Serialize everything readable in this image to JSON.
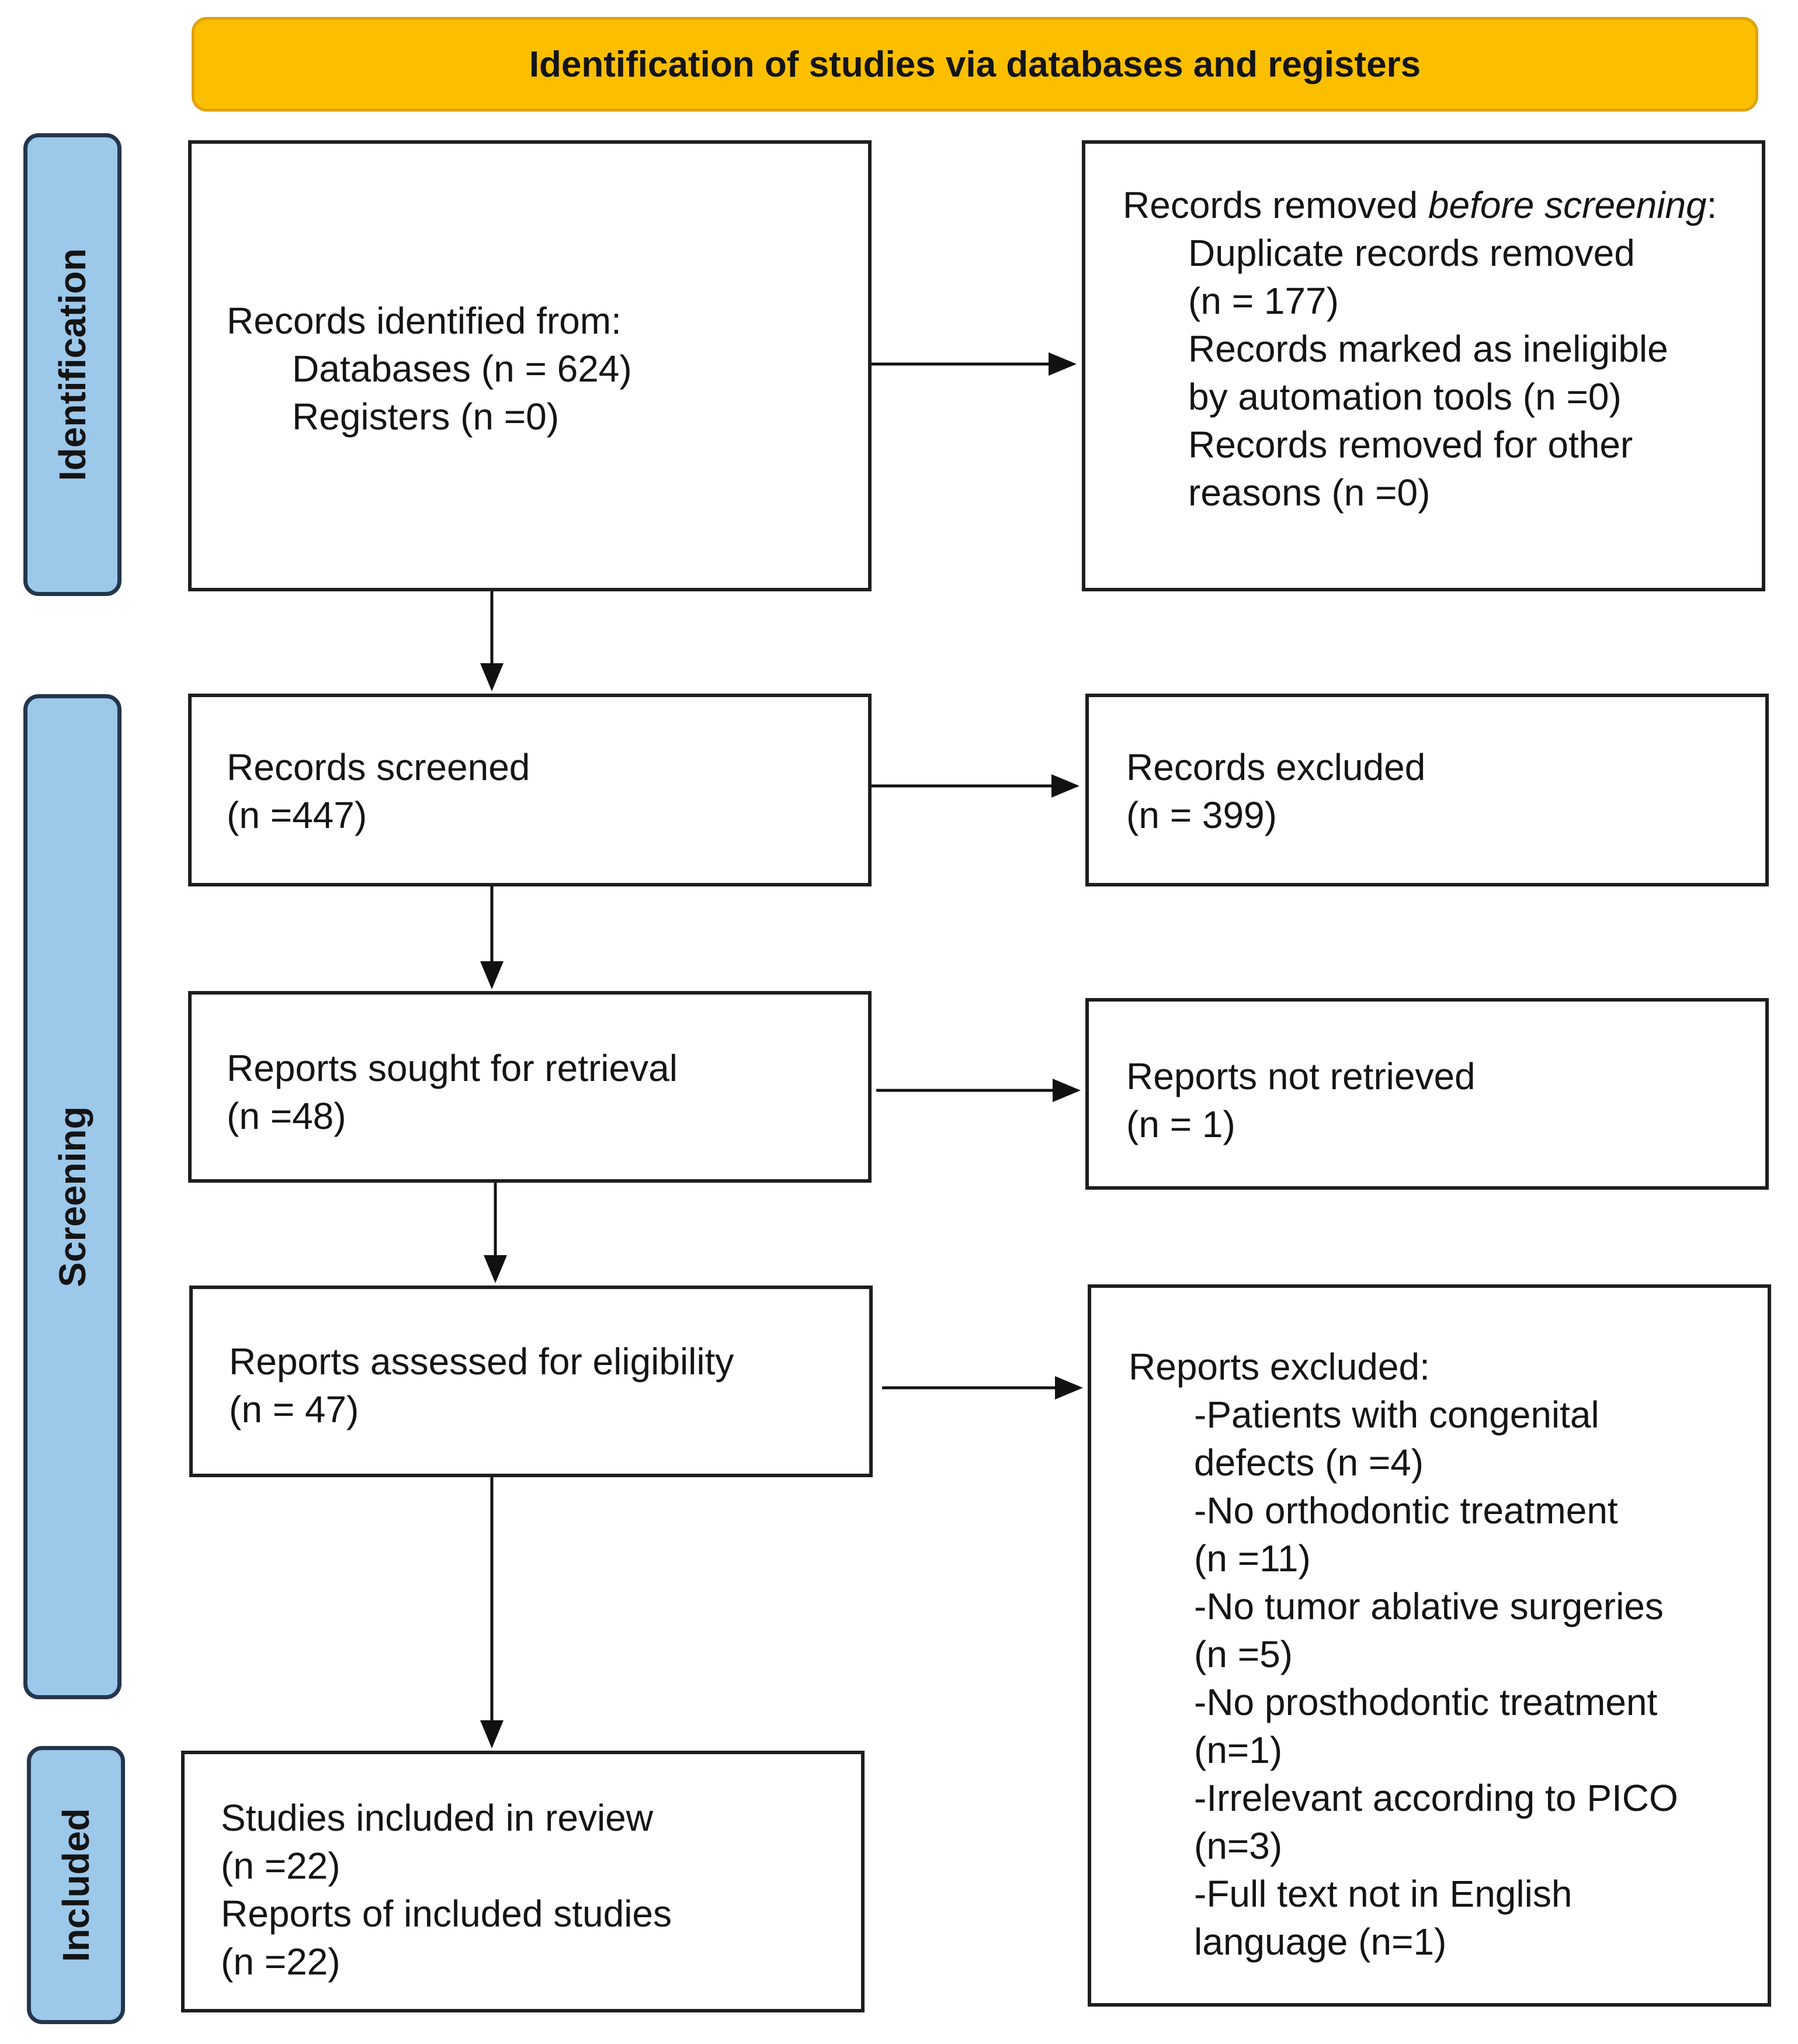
{
  "header": {
    "title": "Identification of studies via databases and registers"
  },
  "phases": {
    "identification": "Identification",
    "screening": "Screening",
    "included": "Included"
  },
  "identified": {
    "title": "Records identified from:",
    "databases": "Databases (n = 624)",
    "registers": "Registers (n =0)"
  },
  "removed": {
    "title_a": "Records removed ",
    "title_em": "before screening",
    "title_b": ":",
    "items": [
      "Duplicate records removed",
      "(n = 177)",
      "Records marked as ineligible",
      "by automation tools (n =0)",
      "Records removed for other",
      "reasons (n =0)"
    ]
  },
  "screened": {
    "title": "Records screened",
    "count": "(n =447)"
  },
  "excluded": {
    "title": "Records excluded",
    "count": "(n = 399)"
  },
  "sought": {
    "title": "Reports sought for retrieval",
    "count": "(n =48)"
  },
  "not_retrieved": {
    "title": "Reports not retrieved",
    "count": "(n = 1)"
  },
  "assessed": {
    "title": "Reports assessed for eligibility",
    "count": "(n = 47)"
  },
  "reports_excluded": {
    "title": "Reports excluded:",
    "items": [
      "-Patients with congenital",
      "defects (n =4)",
      "-No orthodontic treatment",
      "(n =11)",
      "-No tumor ablative surgeries",
      "(n =5)",
      "-No prosthodontic treatment",
      "(n=1)",
      "-Irrelevant according to PICO",
      "(n=3)",
      "-Full text not in English",
      "language (n=1)"
    ]
  },
  "included": {
    "studies_title": "Studies included in review",
    "studies_count": "(n =22)",
    "reports_title": "Reports of included studies",
    "reports_count": "(n =22)"
  }
}
